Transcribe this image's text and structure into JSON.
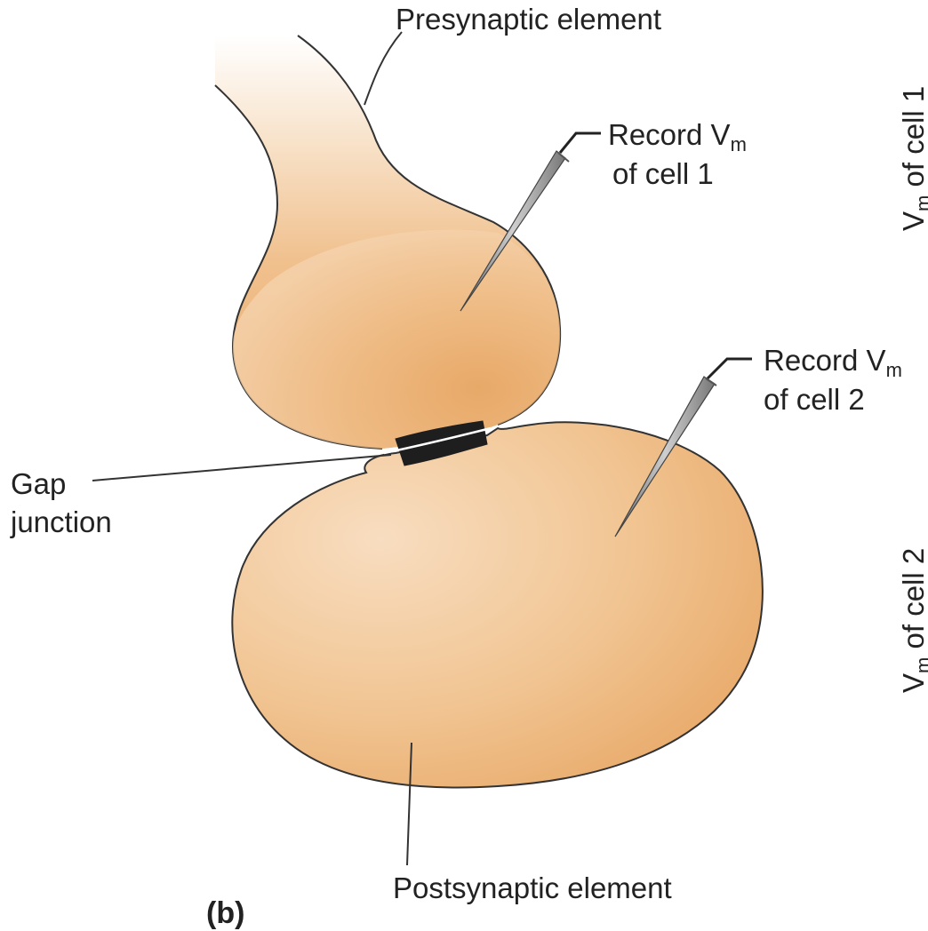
{
  "diagram": {
    "labels": {
      "presynaptic": "Presynaptic element",
      "postsynaptic": "Postsynaptic element",
      "gap_junction_line1": "Gap",
      "gap_junction_line2": "junction",
      "record1_line1_prefix": "Record V",
      "record1_line1_sub": "m",
      "record1_line2": "of cell 1",
      "record2_line1_prefix": "Record V",
      "record2_line1_sub": "m",
      "record2_line2": "of cell 2",
      "axis_cell1_prefix": "V",
      "axis_cell1_sub": "m",
      "axis_cell1_suffix": " of cell 1",
      "axis_cell2_prefix": "V",
      "axis_cell2_sub": "m",
      "axis_cell2_suffix": " of cell 2",
      "panel": "(b)"
    },
    "colors": {
      "cell_fill_light": "#f7dcbd",
      "cell_fill_mid": "#f0c08d",
      "cell_fill_dark": "#e6a464",
      "outline": "#333333",
      "gap_junction": "#1e1e1e",
      "electrode": "#888888",
      "leader_line": "#333333"
    }
  }
}
